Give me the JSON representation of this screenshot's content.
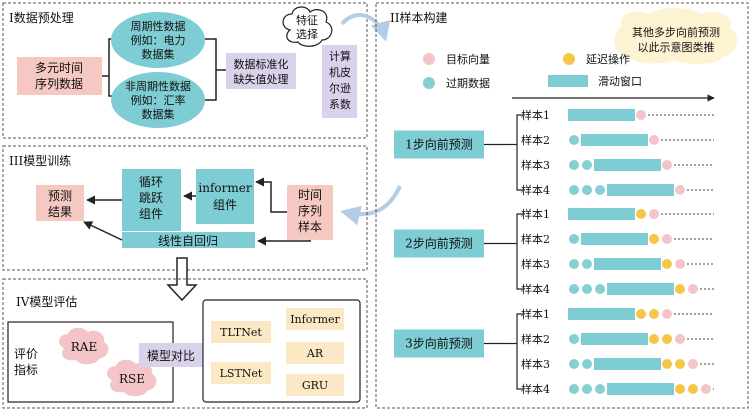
{
  "colors": {
    "pink": "#f4c4c8",
    "pink_box": "#f6c8c2",
    "teal": "#7fcdd4",
    "teal_dot": "#86cfd2",
    "yellow": "#f5c648",
    "lavender": "#d9d2ea",
    "cream": "#fbe9c6",
    "bubble": "#fdf2d2"
  },
  "sections": {
    "preprocess": {
      "title": "I数据预处理",
      "multivariate": [
        "多元时间",
        "序列数据"
      ],
      "periodic": [
        "周期性数据",
        "例如：电力",
        "数据集"
      ],
      "nonperiodic": [
        "非周期性数据",
        "例如：汇率",
        "数据集"
      ],
      "normalize": [
        "数据标准化",
        "缺失值处理"
      ],
      "feature_cloud": [
        "特征",
        "选择"
      ],
      "pearson": [
        "计算",
        "机皮",
        "尔逊",
        "系数"
      ]
    },
    "training": {
      "title": "III模型训练",
      "result": [
        "预测",
        "结果"
      ],
      "skip": [
        "循环",
        "跳跃",
        "组件"
      ],
      "informer": [
        "informer",
        "组件"
      ],
      "ts_sample": [
        "时间",
        "序列",
        "样本"
      ],
      "linear": "线性自回归"
    },
    "evaluation": {
      "title": "IV模型评估",
      "metric_label": [
        "评价",
        "指标"
      ],
      "rae": "RAE",
      "rse": "RSE",
      "compare": "模型对比",
      "models": [
        "TLTNet",
        "Informer",
        "AR",
        "LSTNet",
        "GRU"
      ]
    },
    "samples": {
      "title": "II样本构建",
      "note": [
        "其他多步向前预测",
        "以此示意图类推"
      ],
      "legend": {
        "target": "目标向量",
        "delay": "延迟操作",
        "past": "过期数据",
        "window": "滑动窗口"
      },
      "groups": [
        {
          "label": "1步向前预测",
          "rows": [
            {
              "name": "样本1",
              "past": 0,
              "delay": 0
            },
            {
              "name": "样本2",
              "past": 1,
              "delay": 0
            },
            {
              "name": "样本3",
              "past": 2,
              "delay": 0
            },
            {
              "name": "样本4",
              "past": 3,
              "delay": 0
            }
          ]
        },
        {
          "label": "2步向前预测",
          "rows": [
            {
              "name": "样本1",
              "past": 0,
              "delay": 1
            },
            {
              "name": "样本2",
              "past": 1,
              "delay": 1
            },
            {
              "name": "样本3",
              "past": 2,
              "delay": 1
            },
            {
              "name": "样本4",
              "past": 3,
              "delay": 1
            }
          ]
        },
        {
          "label": "3步向前预测",
          "rows": [
            {
              "name": "样本1",
              "past": 0,
              "delay": 2
            },
            {
              "name": "样本2",
              "past": 1,
              "delay": 2
            },
            {
              "name": "样本3",
              "past": 2,
              "delay": 2
            },
            {
              "name": "样本4",
              "past": 3,
              "delay": 2
            }
          ]
        }
      ]
    }
  }
}
